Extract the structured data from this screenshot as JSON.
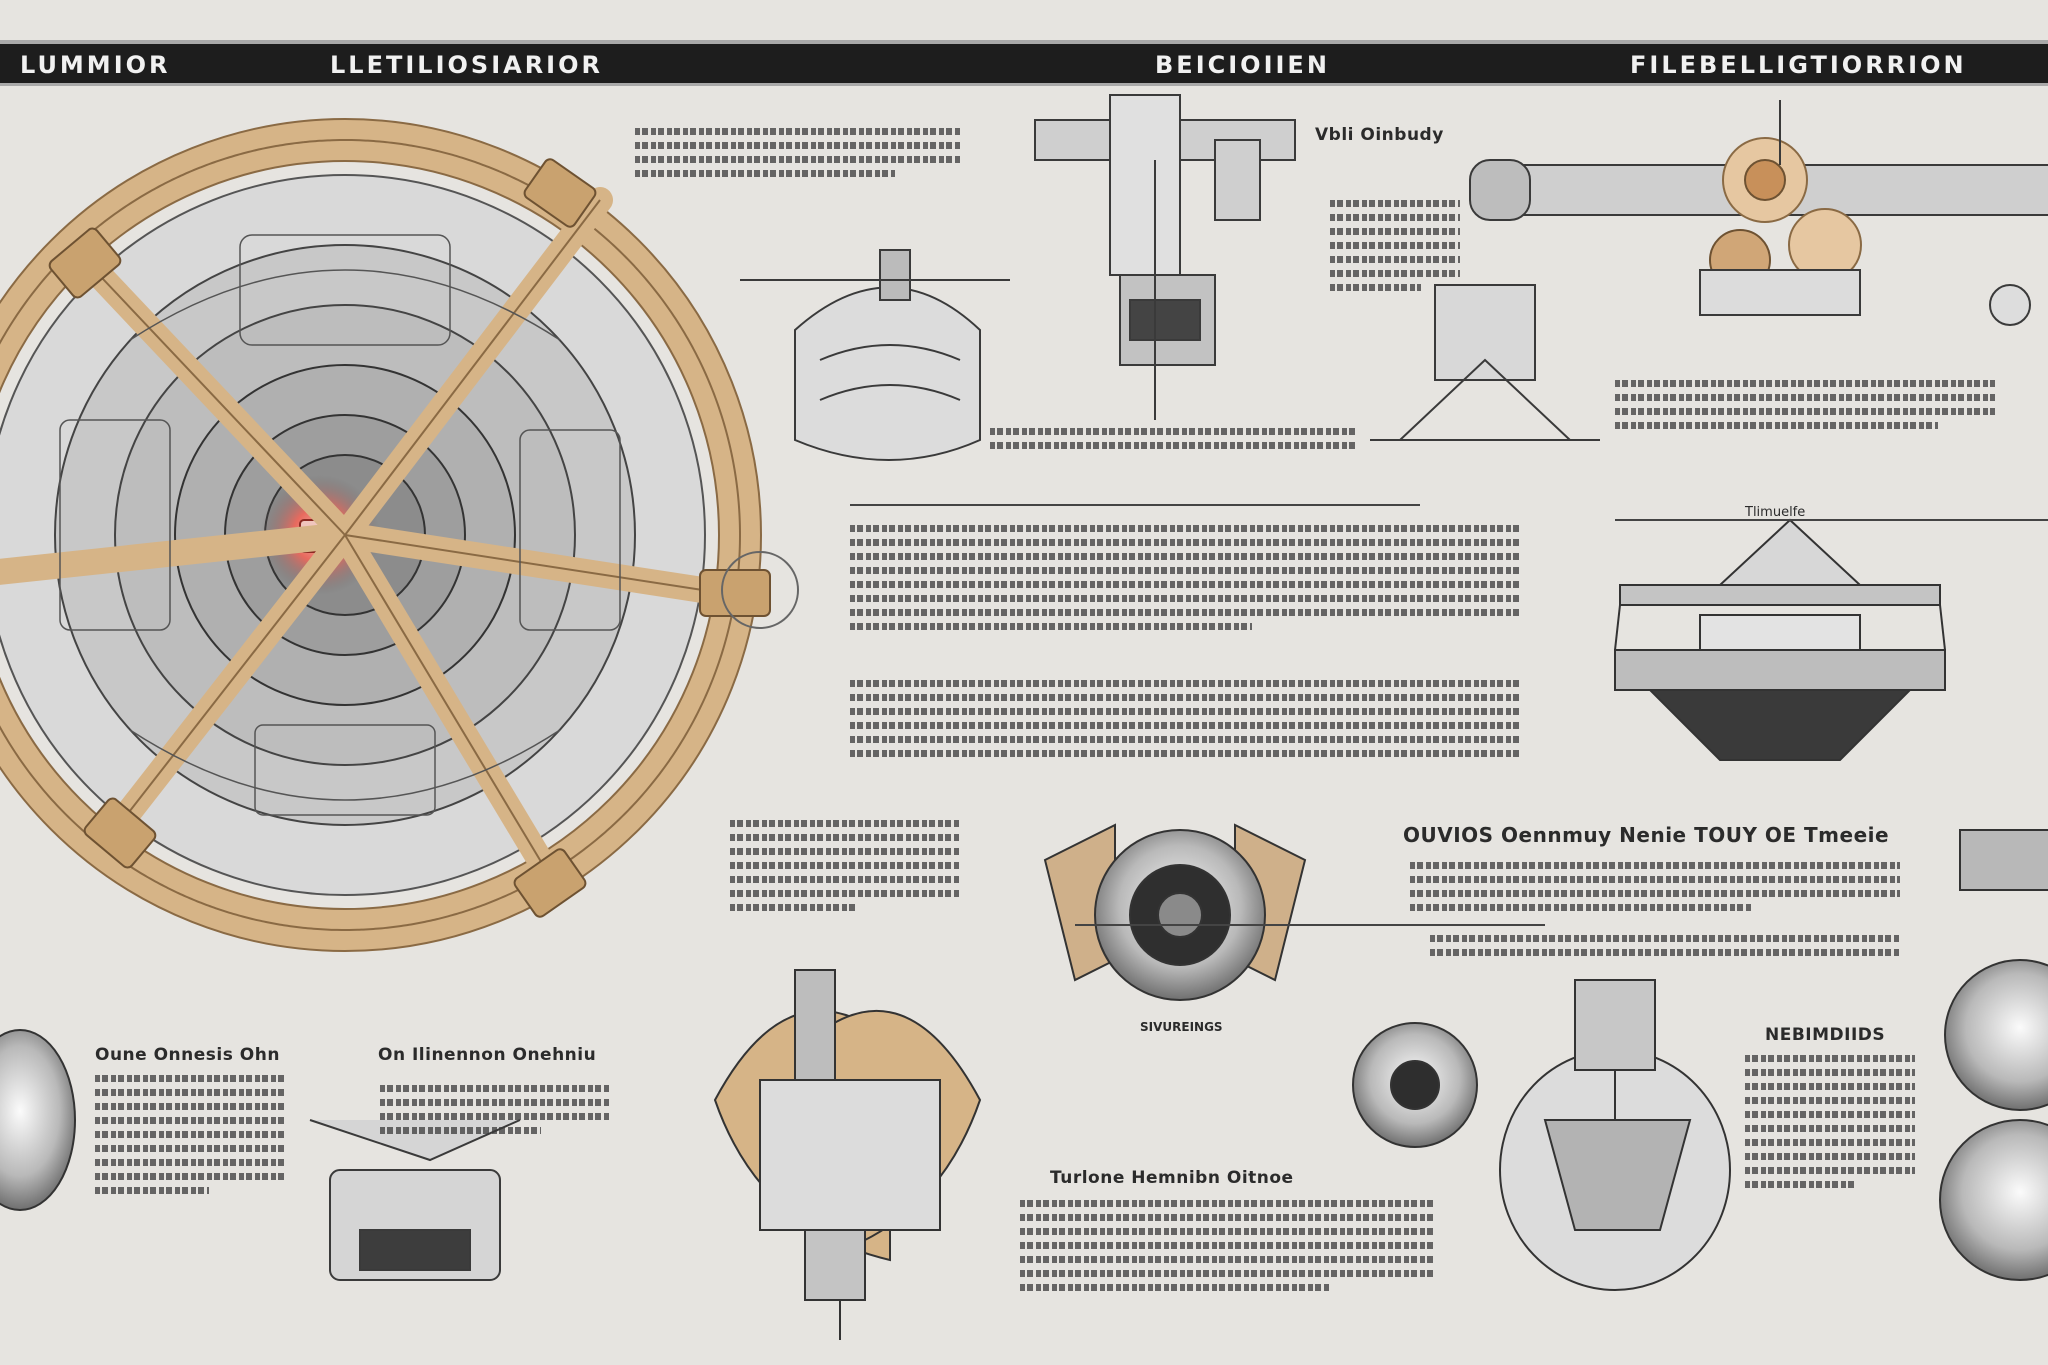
{
  "header": {
    "titles": [
      "LUMMIOR",
      "LLETILIOSIARIOR",
      "BEICIOIIEN",
      "FILEBELLIGTIORRION"
    ]
  },
  "labels": {
    "top_mid_caption": "Vbli Oinbudy",
    "big_heading": "OUVIOS Oennmuy Nenie TOUY OE Tmeeie",
    "left_heading": "Oune Onnesis Ohn",
    "left_heading2": "On Ilinennon Onehniu",
    "bottom_mid_heading": "Turlone Hemnibn Oitnoe",
    "right_heading": "NEBIMDIIDS",
    "small_tag": "Tlimuelfe",
    "small_tag2": "SIVUREINGS"
  },
  "colors": {
    "background": "#e6e4e0",
    "header_band": "#1d1d1d",
    "ring_tan": "#d6b487",
    "ring_dark": "#8a6a44",
    "ink": "#2b2b2b",
    "core_glow": "#e86a5e"
  }
}
